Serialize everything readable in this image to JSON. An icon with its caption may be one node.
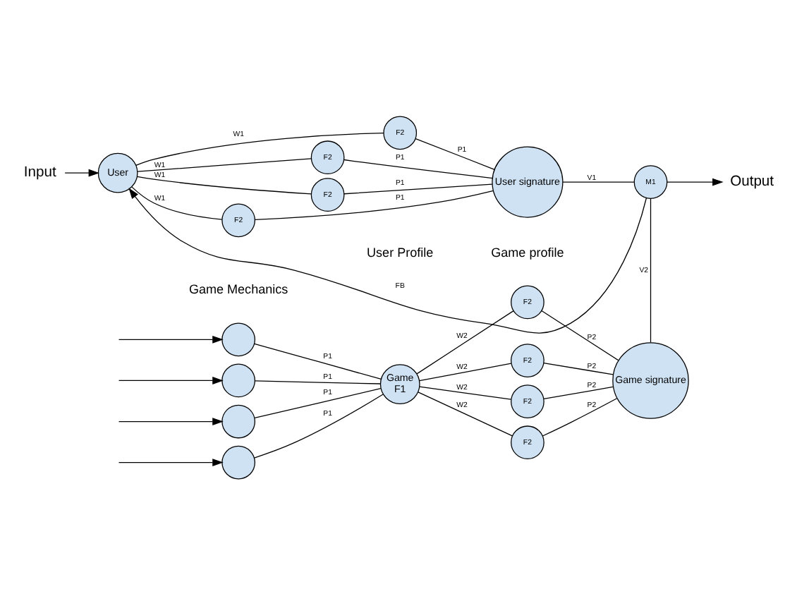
{
  "diagram": {
    "nodes": [
      {
        "text": [
          "Input"
        ]
      },
      {
        "text": [
          "User"
        ]
      },
      {
        "text": [
          "F2"
        ]
      },
      {
        "text": [
          "F2"
        ]
      },
      {
        "text": [
          "F2"
        ]
      },
      {
        "text": [
          "F2"
        ]
      },
      {
        "text": [
          "User signature"
        ]
      },
      {
        "text": [
          "M1"
        ]
      },
      {
        "text": [
          "Output"
        ]
      },
      {
        "text": [],
        "shape": "circle"
      },
      {
        "text": [],
        "shape": "circle"
      },
      {
        "text": [],
        "shape": "circle"
      },
      {
        "text": [],
        "shape": "circle"
      },
      {
        "text": [
          "Game",
          "F1"
        ]
      },
      {
        "text": [
          "F2"
        ]
      },
      {
        "text": [
          "F2"
        ]
      },
      {
        "text": [
          "F2"
        ]
      },
      {
        "text": [
          "F2"
        ]
      },
      {
        "text": [
          "Game signature"
        ]
      }
    ],
    "edges": [
      {
        "from": 0,
        "to": 1,
        "arrow": "to"
      },
      {
        "from": 1,
        "to": 2,
        "label": "W1",
        "arrow": "none"
      },
      {
        "from": 1,
        "to": 3,
        "label": "W1",
        "arrow": "none"
      },
      {
        "from": 1,
        "to": 4,
        "label": "W1",
        "arrow": "none"
      },
      {
        "from": 1,
        "to": 5,
        "label": "W1",
        "arrow": "none"
      },
      {
        "from": 2,
        "to": 6,
        "label": "P1",
        "arrow": "none"
      },
      {
        "from": 3,
        "to": 6,
        "label": "P1",
        "arrow": "none"
      },
      {
        "from": 4,
        "to": 6,
        "label": "P1",
        "arrow": "none"
      },
      {
        "from": 5,
        "to": 6,
        "label": "P1",
        "arrow": "none"
      },
      {
        "from": 6,
        "to": 7,
        "label": "V1",
        "arrow": "none"
      },
      {
        "from": 7,
        "to": 1,
        "label": "FB",
        "arrow": "to"
      },
      {
        "from": 7,
        "to": 8,
        "arrow": "to"
      },
      {
        "from": null,
        "to": 9,
        "arrow": "to"
      },
      {
        "from": null,
        "to": 10,
        "arrow": "to"
      },
      {
        "from": null,
        "to": 11,
        "arrow": "to"
      },
      {
        "from": null,
        "to": 12,
        "arrow": "to"
      },
      {
        "from": 9,
        "to": 13,
        "label": "P1",
        "arrow": "none"
      },
      {
        "from": 10,
        "to": 13,
        "label": "P1",
        "arrow": "none"
      },
      {
        "from": 11,
        "to": 13,
        "label": "P1",
        "arrow": "none"
      },
      {
        "from": 12,
        "to": 13,
        "label": "P1",
        "arrow": "none"
      },
      {
        "from": 13,
        "to": 14,
        "label": "W2",
        "arrow": "none"
      },
      {
        "from": 13,
        "to": 15,
        "label": "W2",
        "arrow": "none"
      },
      {
        "from": 13,
        "to": 16,
        "label": "W2",
        "arrow": "none"
      },
      {
        "from": 13,
        "to": 17,
        "label": "W2",
        "arrow": "none"
      },
      {
        "from": 14,
        "to": 18,
        "label": "P2",
        "arrow": "none"
      },
      {
        "from": 15,
        "to": 18,
        "label": "P2",
        "arrow": "none"
      },
      {
        "from": 16,
        "to": 18,
        "label": "P2",
        "arrow": "none"
      },
      {
        "from": 17,
        "to": 18,
        "label": "P2",
        "arrow": "none"
      },
      {
        "from": 18,
        "to": 7,
        "label": "V2",
        "arrow": "none"
      }
    ],
    "labels": [
      "Game Mechanics",
      "User Profile",
      "Game profile"
    ]
  }
}
